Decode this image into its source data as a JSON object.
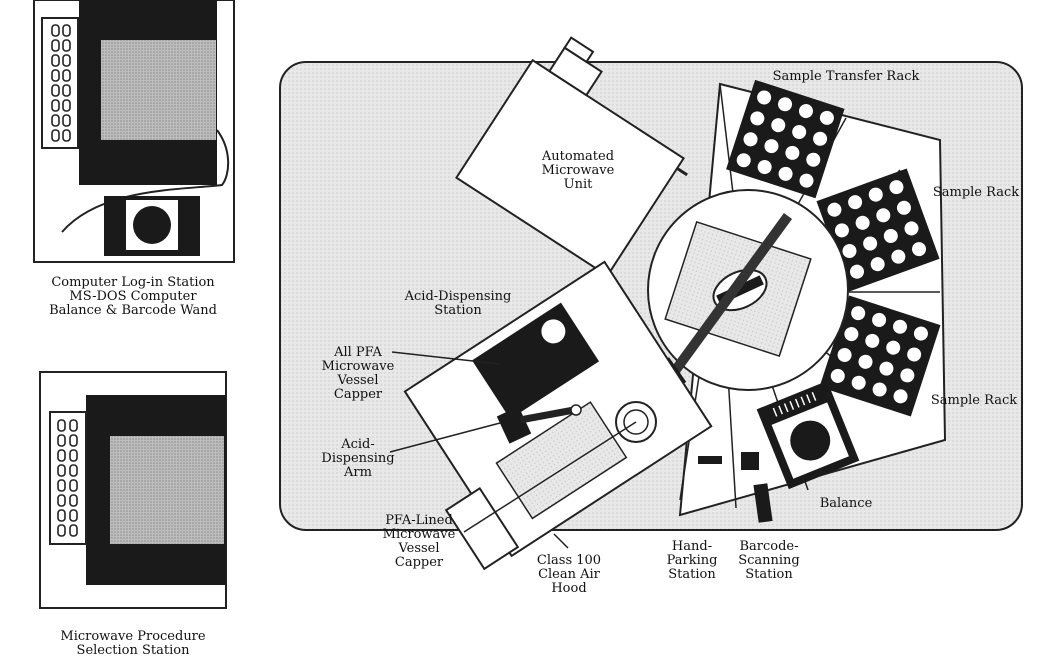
{
  "labels": {
    "computer_station": [
      "Computer Log-in Station",
      "MS-DOS Computer",
      "Balance & Barcode Wand"
    ],
    "microwave_procedure": [
      "Microwave Procedure",
      "Selection Station"
    ],
    "automated_microwave": [
      "Automated",
      "Microwave",
      "Unit"
    ],
    "sample_transfer_rack": "Sample Transfer Rack",
    "sample_rack_1": "Sample Rack",
    "sample_rack_2": "Sample Rack",
    "acid_dispensing_station": [
      "Acid-Dispensing",
      "Station"
    ],
    "pfa_capper": [
      "All PFA",
      "Microwave",
      "Vessel",
      "Capper"
    ],
    "acid_arm": [
      "Acid-",
      "Dispensing",
      "Arm"
    ],
    "pfa_lined_capper": [
      "PFA-Lined",
      "Microwave",
      "Vessel",
      "Capper"
    ],
    "clean_hood": [
      "Class 100",
      "Clean Air",
      "Hood"
    ],
    "hand_parking": [
      "Hand-",
      "Parking",
      "Station"
    ],
    "barcode_scanning": [
      "Barcode-",
      "Scanning",
      "Station"
    ],
    "balance": "Balance"
  },
  "colors": {
    "ink": "#1a1a1a",
    "paper": "#ffffff",
    "screen": "#bdbdbd",
    "stipple": "#e6e6e6"
  }
}
